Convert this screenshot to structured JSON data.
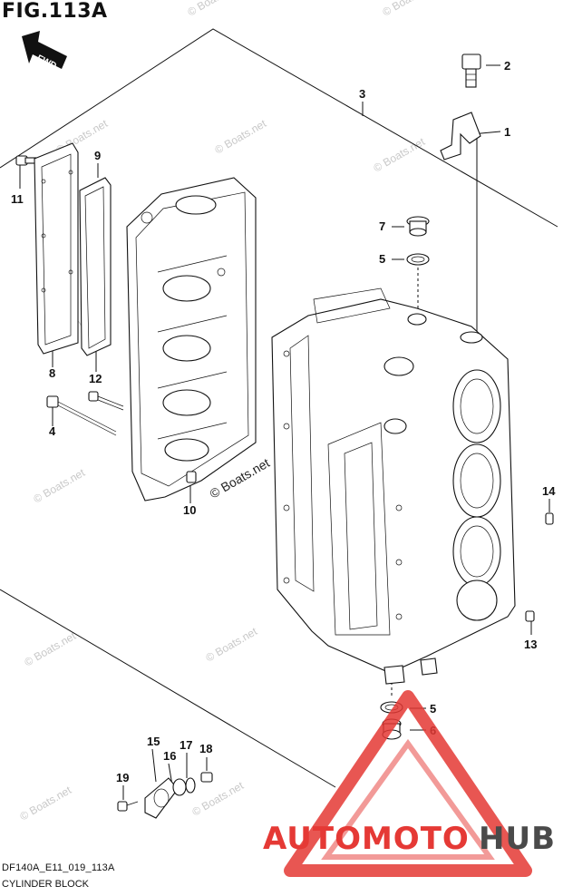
{
  "figure": {
    "title": "FIG.113A",
    "direction_badge": "FWD",
    "watermark": "© Boats.net",
    "footer_code": "DF140A_E11_019_113A",
    "footer_name": "CYLINDER BLOCK"
  },
  "callouts": [
    {
      "id": "1",
      "label": "1"
    },
    {
      "id": "2",
      "label": "2"
    },
    {
      "id": "3",
      "label": "3"
    },
    {
      "id": "4",
      "label": "4"
    },
    {
      "id": "5a",
      "label": "5"
    },
    {
      "id": "5b",
      "label": "5"
    },
    {
      "id": "6",
      "label": "6"
    },
    {
      "id": "7",
      "label": "7"
    },
    {
      "id": "8",
      "label": "8"
    },
    {
      "id": "9",
      "label": "9"
    },
    {
      "id": "10",
      "label": "10"
    },
    {
      "id": "11",
      "label": "11"
    },
    {
      "id": "12",
      "label": "12"
    },
    {
      "id": "13",
      "label": "13"
    },
    {
      "id": "14",
      "label": "14"
    },
    {
      "id": "15",
      "label": "15"
    },
    {
      "id": "16",
      "label": "16"
    },
    {
      "id": "17",
      "label": "17"
    },
    {
      "id": "18",
      "label": "18"
    },
    {
      "id": "19",
      "label": "19"
    }
  ],
  "brand": {
    "part1": "AUTOMOTO",
    "part2": "HUB",
    "color_primary": "#e53935",
    "color_secondary": "#4a4a4a"
  }
}
